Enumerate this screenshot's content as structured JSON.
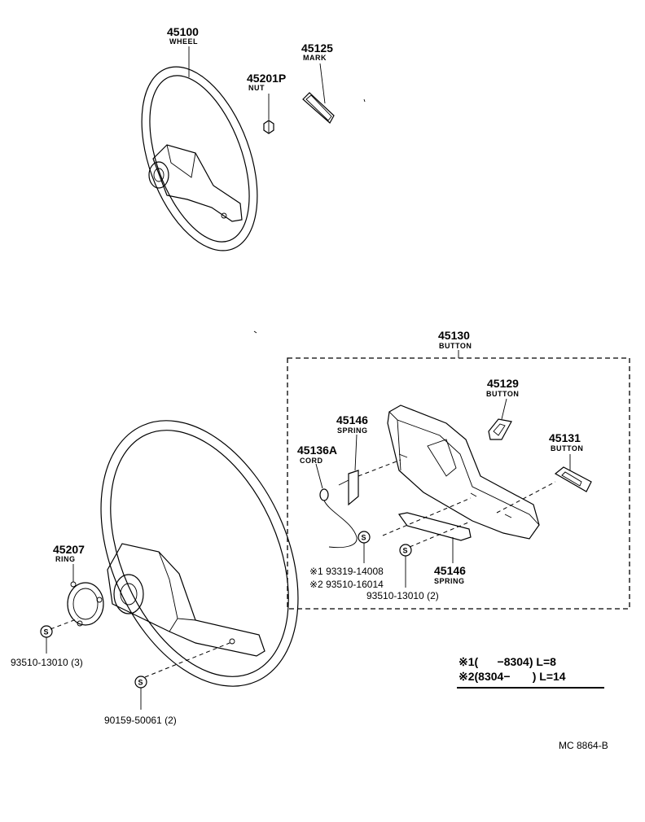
{
  "parts": {
    "wheel_top": {
      "number": "45100",
      "name": "WHEEL"
    },
    "mark": {
      "number": "45125",
      "name": "MARK"
    },
    "nut": {
      "number": "45201P",
      "name": "NUT"
    },
    "button_group": {
      "number": "45130",
      "name": "BUTTON"
    },
    "button_small": {
      "number": "45129",
      "name": "BUTTON"
    },
    "spring_top": {
      "number": "45146",
      "name": "SPRING"
    },
    "cord": {
      "number": "45136A",
      "name": "CORD"
    },
    "button_right": {
      "number": "45131",
      "name": "BUTTON"
    },
    "spring_bottom": {
      "number": "45146",
      "name": "SPRING"
    },
    "ring": {
      "number": "45207",
      "name": "RING"
    }
  },
  "screw_symbol": "S",
  "refs": {
    "screw_1": "※1 93319-14008",
    "screw_2": "※2 93510-16014",
    "screw_box": "93510-13010 (2)",
    "screw_ring": "93510-13010 (3)",
    "screw_wheel": "90159-50061 (2)"
  },
  "notes": {
    "line1": "※1(      −8304) L=8",
    "line2": "※2(8304−       ) L=14"
  },
  "footer_code": "MC 8864-B"
}
